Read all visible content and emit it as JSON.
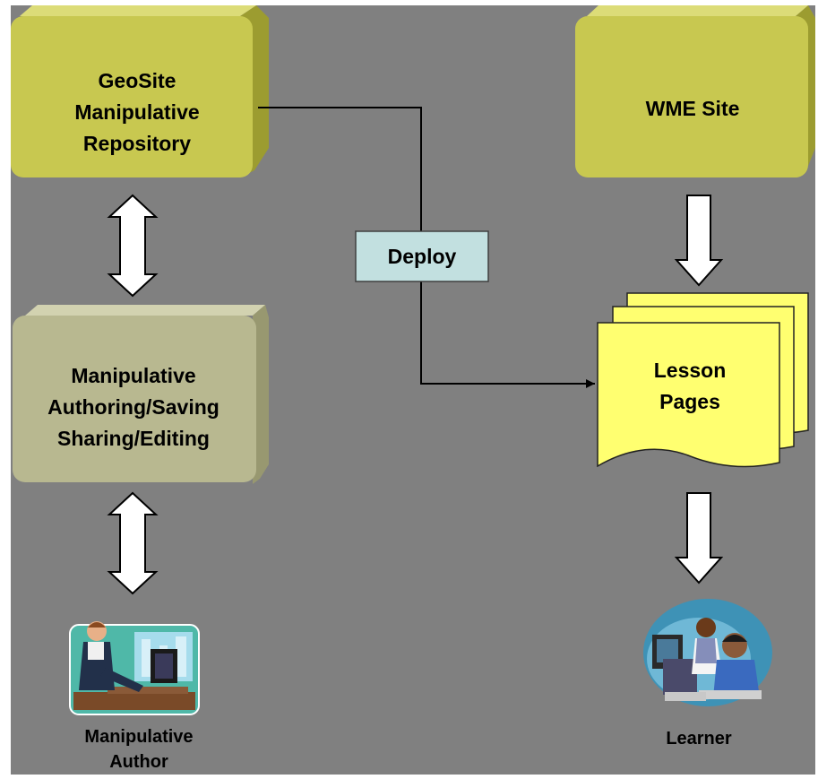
{
  "colors": {
    "background": "#808080",
    "repository_box": "#c8c850",
    "authoring_box": "#b8b890",
    "deploy_box": "#c2e0e0",
    "lesson_pages": "#ffff70",
    "arrows": "#ffffff"
  },
  "nodes": {
    "repository": {
      "lines": [
        "GeoSite",
        "Manipulative",
        "Repository"
      ]
    },
    "wme_site": {
      "label": "WME Site"
    },
    "deploy": {
      "label": "Deploy"
    },
    "authoring": {
      "lines": [
        "Manipulative",
        "Authoring/Saving",
        "Sharing/Editing"
      ]
    },
    "lesson_pages": {
      "lines": [
        "Lesson",
        "Pages"
      ]
    },
    "author": {
      "lines": [
        "Manipulative",
        "Author"
      ],
      "icon": "person-at-computer-icon"
    },
    "learner": {
      "label": "Learner",
      "icon": "students-at-computers-icon"
    }
  },
  "edges": [
    {
      "from": "repository",
      "to": "authoring",
      "style": "bidirectional-block-arrow"
    },
    {
      "from": "authoring",
      "to": "author",
      "style": "bidirectional-block-arrow"
    },
    {
      "from": "repository",
      "to": "lesson_pages",
      "style": "line-arrow",
      "label": "Deploy"
    },
    {
      "from": "wme_site",
      "to": "lesson_pages",
      "style": "block-arrow"
    },
    {
      "from": "lesson_pages",
      "to": "learner",
      "style": "block-arrow"
    }
  ]
}
